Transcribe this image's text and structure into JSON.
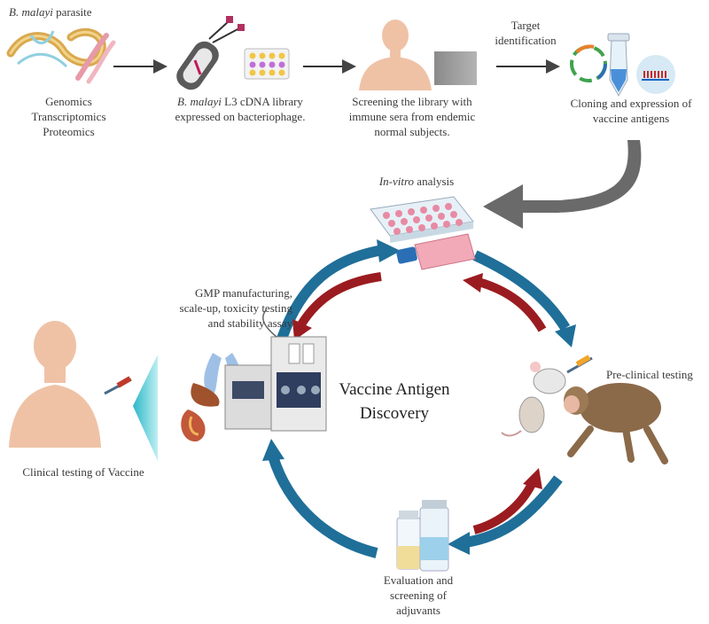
{
  "labels": {
    "parasite_name": "B. malayi",
    "parasite_suffix": " parasite",
    "omics_genomics": "Genomics",
    "omics_transcriptomics": "Transcriptomics",
    "omics_proteomics": "Proteomics",
    "library_name": "B. malayi",
    "library_line1_suffix": " L3 cDNA library",
    "library_line2": "expressed on bacteriophage.",
    "screening_line1": "Screening the library with",
    "screening_line2": "immune sera from endemic",
    "screening_line3": "normal subjects.",
    "target_line1": "Target",
    "target_line2": "identification",
    "cloning_line1": "Cloning and expression of",
    "cloning_line2": "vaccine antigens",
    "invitro_italic": "In-vitro",
    "invitro_suffix": " analysis",
    "gmp_line1": "GMP manufacturing,",
    "gmp_line2": "scale-up, toxicity testing",
    "gmp_line3": "and stability assay",
    "preclinical": "Pre-clinical testing",
    "clinical": "Clinical testing of Vaccine",
    "adjuvant_line1": "Evaluation and",
    "adjuvant_line2": "screening of",
    "adjuvant_line3": "adjuvants",
    "center_line1": "Vaccine Antigen",
    "center_line2": "Discovery"
  },
  "colors": {
    "cycle_blue": "#1f6f99",
    "cycle_red": "#9b1c20",
    "flow_arrow": "#555555",
    "big_arrow": "#6a6a6a",
    "skin": "#efc2a6",
    "worm": "#d9a94f",
    "plate_pink": "#e88aa4"
  }
}
